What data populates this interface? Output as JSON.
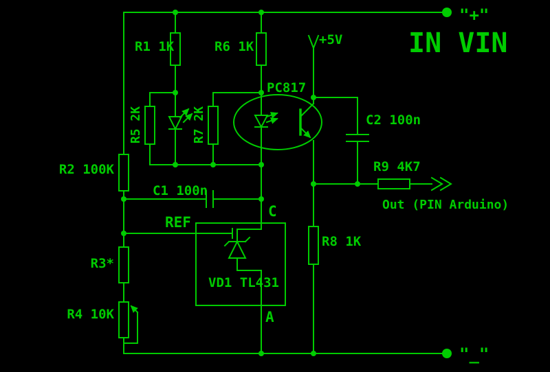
{
  "schematic": {
    "title": "IN VIN",
    "terminals": {
      "plus": "\"+\"",
      "minus": "\"_\""
    },
    "supply_label": "+5V",
    "output_label": "Out (PIN Arduino)",
    "components": {
      "r1": "R1 1K",
      "r2": "R2 100K",
      "r3": "R3*",
      "r4": "R4 10K",
      "r5": "R5 2K",
      "r6": "R6 1K",
      "r7": "R7 2K",
      "r8": "R8 1K",
      "r9": "R9 4K7",
      "c1": "C1 100n",
      "c2": "C2 100n",
      "vd1": "VD1 TL431",
      "optocoupler": "PC817"
    },
    "pins": {
      "ref": "REF",
      "cathode": "C",
      "anode": "A"
    },
    "colors": {
      "background": "#000000",
      "trace": "#00cc00"
    }
  }
}
